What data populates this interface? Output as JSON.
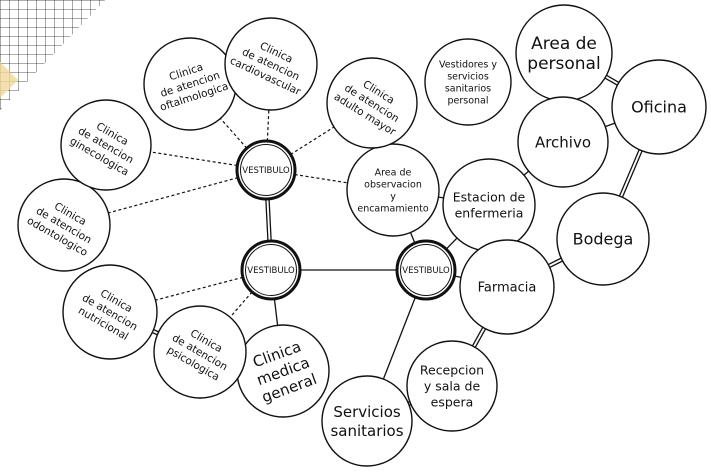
{
  "diagram": {
    "nodes": [
      {
        "id": "area_personal",
        "lines": [
          "Area de",
          "personal"
        ]
      },
      {
        "id": "vestidores",
        "lines": [
          "Vestidores y",
          "servicios",
          "sanitarios",
          "personal"
        ]
      },
      {
        "id": "oficina",
        "lines": [
          "Oficina"
        ]
      },
      {
        "id": "archivo",
        "lines": [
          "Archivo"
        ]
      },
      {
        "id": "bodega",
        "lines": [
          "Bodega"
        ]
      },
      {
        "id": "estacion",
        "lines": [
          "Estacion de",
          "enfermeria"
        ]
      },
      {
        "id": "area_obs",
        "lines": [
          "Area de",
          "observacion",
          "y",
          "encamamiento"
        ]
      },
      {
        "id": "farmacia",
        "lines": [
          "Farmacia"
        ]
      },
      {
        "id": "recepcion",
        "lines": [
          "Recepcion",
          "y sala de",
          "espera"
        ]
      },
      {
        "id": "serv_sanitarios",
        "lines": [
          "Servicios",
          "sanitarios"
        ]
      },
      {
        "id": "cl_general",
        "lines": [
          "Clinica",
          "medica",
          "general"
        ]
      },
      {
        "id": "cl_psicologica",
        "lines": [
          "Clinica",
          "de atencion",
          "psicologica"
        ]
      },
      {
        "id": "cl_nutricional",
        "lines": [
          "Clinica",
          "de atencion",
          "nutricional"
        ]
      },
      {
        "id": "cl_odontologico",
        "lines": [
          "Clinica",
          "de atencion",
          "odontologico"
        ]
      },
      {
        "id": "cl_ginecologica",
        "lines": [
          "Clinica",
          "de atencion",
          "ginecologica"
        ]
      },
      {
        "id": "cl_oftalmologica",
        "lines": [
          "Clinica",
          "de atencion",
          "oftalmologica"
        ]
      },
      {
        "id": "cl_cardiovascular",
        "lines": [
          "Clinica",
          "de atencion",
          "cardiovascular"
        ]
      },
      {
        "id": "cl_adulto",
        "lines": [
          "Clinica",
          "de atencion",
          "adulto mayor"
        ]
      },
      {
        "id": "vest_top",
        "lines": [
          "VESTIBULO"
        ]
      },
      {
        "id": "vest_mid",
        "lines": [
          "VESTIBULO"
        ]
      },
      {
        "id": "vest_right",
        "lines": [
          "VESTIBULO"
        ]
      }
    ],
    "edges": [
      {
        "from": "vest_top",
        "to": "cl_cardiovascular",
        "style": "dashed"
      },
      {
        "from": "vest_top",
        "to": "cl_oftalmologica",
        "style": "dashed"
      },
      {
        "from": "vest_top",
        "to": "cl_adulto",
        "style": "dashed"
      },
      {
        "from": "vest_top",
        "to": "cl_ginecologica",
        "style": "dashed"
      },
      {
        "from": "vest_top",
        "to": "cl_odontologico",
        "style": "dashed"
      },
      {
        "from": "vest_top",
        "to": "area_obs",
        "style": "dashed"
      },
      {
        "from": "vest_top",
        "to": "vest_mid",
        "style": "double"
      },
      {
        "from": "vest_mid",
        "to": "cl_nutricional",
        "style": "dashed"
      },
      {
        "from": "vest_mid",
        "to": "cl_psicologica",
        "style": "dashed"
      },
      {
        "from": "vest_mid",
        "to": "cl_general",
        "style": "solid"
      },
      {
        "from": "vest_mid",
        "to": "vest_right",
        "style": "solid"
      },
      {
        "from": "vest_right",
        "to": "area_obs",
        "style": "solid"
      },
      {
        "from": "vest_right",
        "to": "estacion",
        "style": "solid"
      },
      {
        "from": "vest_right",
        "to": "farmacia",
        "style": "solid"
      },
      {
        "from": "vest_right",
        "to": "serv_sanitarios",
        "style": "solid"
      },
      {
        "from": "area_obs",
        "to": "estacion",
        "style": "solid"
      },
      {
        "from": "estacion",
        "to": "archivo",
        "style": "solid"
      },
      {
        "from": "estacion",
        "to": "farmacia",
        "style": "solid"
      },
      {
        "from": "archivo",
        "to": "oficina",
        "style": "solid"
      },
      {
        "from": "area_personal",
        "to": "oficina",
        "style": "double"
      },
      {
        "from": "oficina",
        "to": "bodega",
        "style": "double"
      },
      {
        "from": "bodega",
        "to": "farmacia",
        "style": "double"
      },
      {
        "from": "farmacia",
        "to": "recepcion",
        "style": "double"
      },
      {
        "from": "recepcion",
        "to": "serv_sanitarios",
        "style": "double"
      },
      {
        "from": "cl_nutricional",
        "to": "cl_psicologica",
        "style": "double"
      }
    ]
  }
}
